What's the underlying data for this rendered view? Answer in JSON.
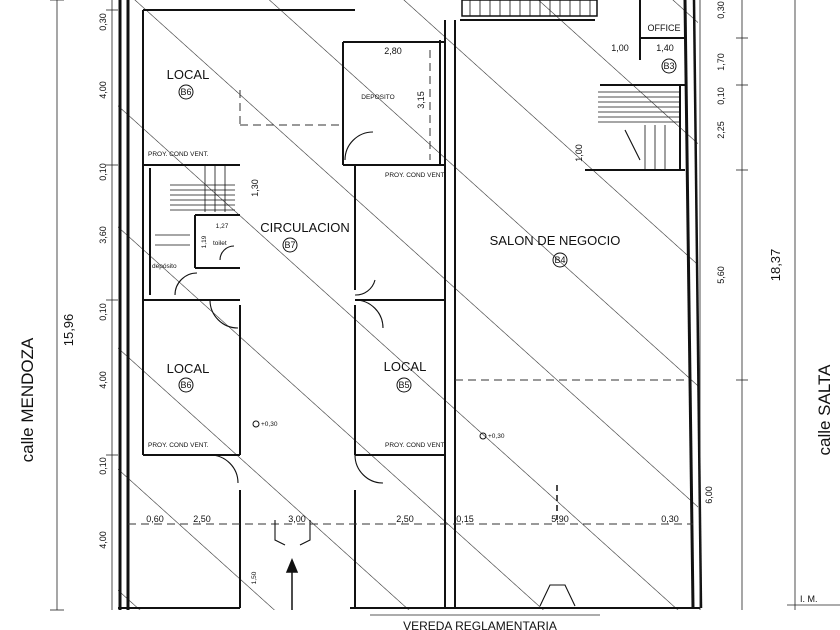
{
  "streets": {
    "left": "calle  MENDOZA",
    "right": "calle  SALTA",
    "bottom": "VEREDA REGLAMENTARIA"
  },
  "totals": {
    "left": "15,96",
    "right": "18,37"
  },
  "left_dims": [
    "0,30",
    "4,00",
    "0,10",
    "3,60",
    "0,10",
    "4,00",
    "0,10",
    "4,00"
  ],
  "right_dims": [
    "0,30",
    "1,70",
    "0,10",
    "2,25",
    "5,60",
    "6,00"
  ],
  "bottom_dims": [
    "0,60",
    "2,50",
    "3,00",
    "2,50",
    "0,15",
    "5,90",
    "0,30"
  ],
  "rooms": {
    "local_top": "LOCAL",
    "b6_top": "B6",
    "deposito": "DEPOSITO",
    "dep_w": "2,80",
    "dep_h": "3,15",
    "circulacion": "CIRCULACION",
    "b7": "B7",
    "stair_h": "1,30",
    "toilet": "toilet",
    "toilet_w": "1,27",
    "toilet_h": "1,19",
    "deposito_small": "depósito",
    "local_mid": "LOCAL",
    "b6_mid": "B6",
    "local_b5": "LOCAL",
    "b5": "B5",
    "salon": "SALON DE NEGOCIO",
    "b4": "B4",
    "office": "OFFICE",
    "b3": "B3",
    "office_w": "1,40",
    "office_gap": "1,00",
    "stair_1_00": "1,00",
    "proy": "PROY. COND VENT.",
    "level": "+0,30",
    "door_h": "1,50"
  },
  "im": "I. M."
}
